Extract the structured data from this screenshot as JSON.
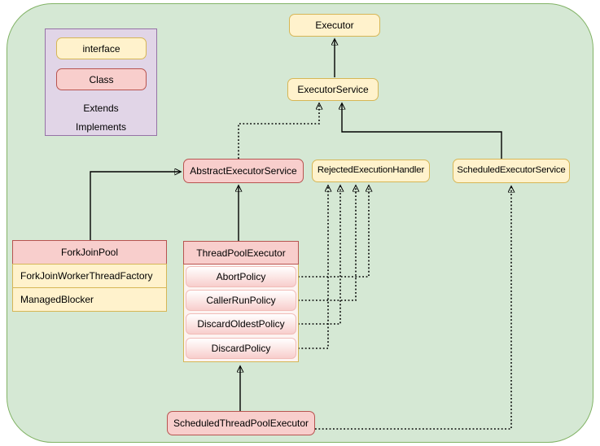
{
  "legend": {
    "interface_label": "interface",
    "class_label": "Class",
    "extends_label": "Extends",
    "implements_label": "Implements"
  },
  "nodes": {
    "executor": "Executor",
    "executor_service": "ExecutorService",
    "abstract_executor_service": "AbstractExecutorService",
    "rejected_execution_handler": "RejectedExecutionHandler",
    "scheduled_executor_service": "ScheduledExecutorService",
    "fork_join_pool": "ForkJoinPool",
    "fork_join_worker_thread_factory": "ForkJoinWorkerThreadFactory",
    "managed_blocker": "ManagedBlocker",
    "thread_pool_executor": "ThreadPoolExecutor",
    "abort_policy": "AbortPolicy",
    "caller_run_policy": "CallerRunPolicy",
    "discard_oldest_policy": "DiscardOldestPolicy",
    "discard_policy": "DiscardPolicy",
    "scheduled_thread_pool_executor": "ScheduledThreadPoolExecutor"
  },
  "edges": [
    {
      "from": "ExecutorService",
      "to": "Executor",
      "type": "extends"
    },
    {
      "from": "AbstractExecutorService",
      "to": "ExecutorService",
      "type": "implements"
    },
    {
      "from": "ScheduledExecutorService",
      "to": "ExecutorService",
      "type": "extends"
    },
    {
      "from": "ForkJoinPool",
      "to": "AbstractExecutorService",
      "type": "extends"
    },
    {
      "from": "ThreadPoolExecutor",
      "to": "AbstractExecutorService",
      "type": "extends"
    },
    {
      "from": "ScheduledThreadPoolExecutor",
      "to": "ThreadPoolExecutor",
      "type": "extends"
    },
    {
      "from": "ScheduledThreadPoolExecutor",
      "to": "ScheduledExecutorService",
      "type": "implements"
    },
    {
      "from": "AbortPolicy",
      "to": "RejectedExecutionHandler",
      "type": "implements"
    },
    {
      "from": "CallerRunPolicy",
      "to": "RejectedExecutionHandler",
      "type": "implements"
    },
    {
      "from": "DiscardOldestPolicy",
      "to": "RejectedExecutionHandler",
      "type": "implements"
    },
    {
      "from": "DiscardPolicy",
      "to": "RejectedExecutionHandler",
      "type": "implements"
    }
  ],
  "colors": {
    "canvas_fill": "#D5E8D4",
    "canvas_stroke": "#82B366",
    "interface_fill": "#FFF2CC",
    "interface_stroke": "#D6B656",
    "class_fill": "#F8CECC",
    "class_stroke": "#B85450",
    "legend_fill": "#E1D5E7",
    "legend_stroke": "#9673A6",
    "line": "#000000"
  }
}
